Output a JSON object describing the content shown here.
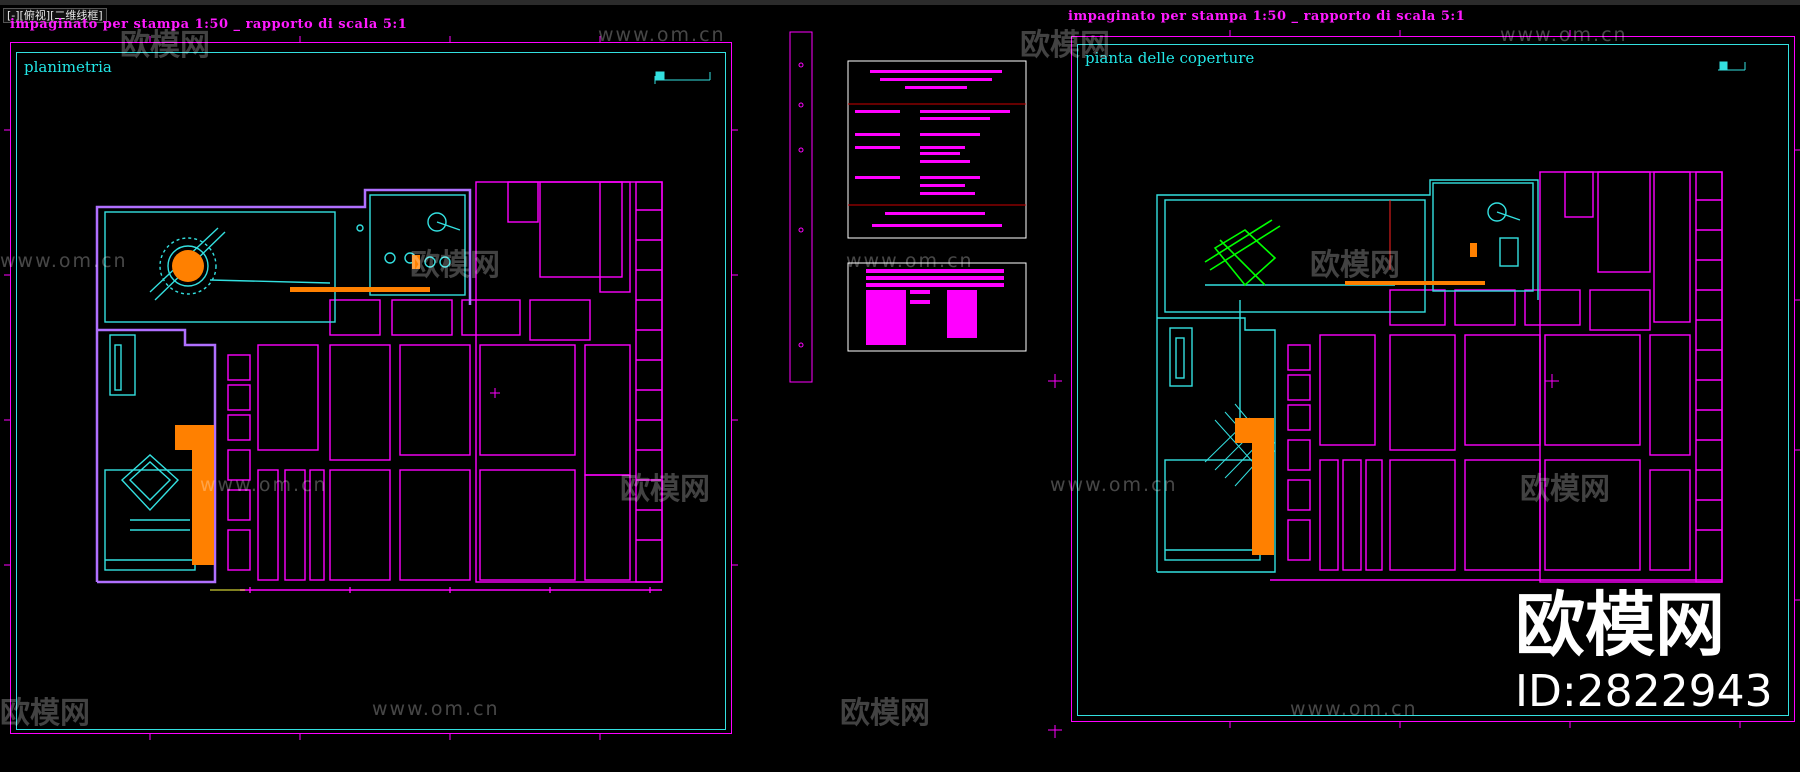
{
  "viewport": {
    "label": "[-][俯视][二维线框]"
  },
  "sheets": [
    {
      "heading": "impaginato per stampa 1:50 _ rapporto di scala 5:1",
      "title": "planimetria"
    },
    {
      "heading": "impaginato per stampa 1:50 _ rapporto di scala 5:1",
      "title": "pianta delle coperture"
    }
  ],
  "colors": {
    "magenta": "#ff00ff",
    "cyan": "#33e0e0",
    "orange": "#ff8000",
    "green": "#00ff00",
    "background": "#000000"
  },
  "watermark": {
    "site": "www.om.cn",
    "brand": "欧模网",
    "id": "ID:2822943"
  }
}
